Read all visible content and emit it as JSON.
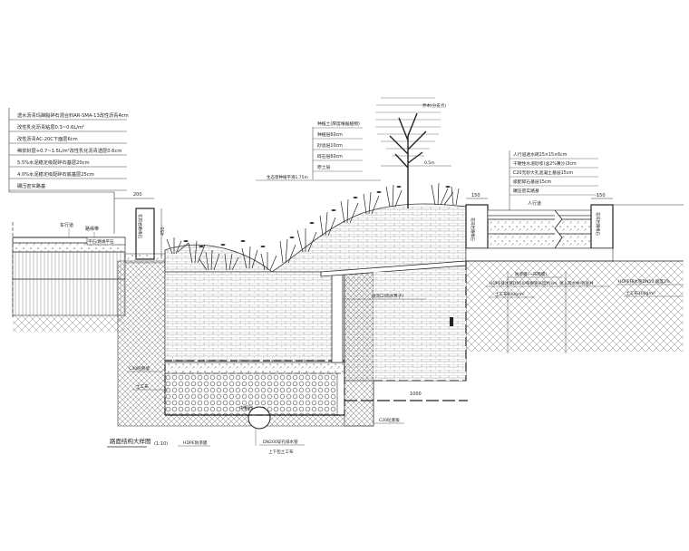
{
  "title": "路面结构大样图",
  "scale": "(1:10)",
  "left_layers": [
    "透水沥青玛蹄脂碎石混合料AR-SMA-13改性沥青4cm",
    "改性乳化沥青粘层0.3~0.6L/m²",
    "改性沥青AC-20C下面层6cm",
    "稀浆封层+0.7~1.5L/m²改性乳化沥青透层0.6cm",
    "5.5%水泥稳定级配碎石基层20cm",
    "4.0%水泥稳定级配碎石底基层25cm",
    "碾压密实路基"
  ],
  "mid_layers": [
    "种植土(厚度根据植物)",
    "种植层60cm",
    "砂滤层10cm",
    "碎石层60cm",
    "原土层"
  ],
  "right_layers": [
    "人行道透水砖25×15×6cm",
    "干硬性水泥砂浆(含2%黄沙)3cm",
    "C20无砂大孔混凝土基层15cm",
    "级配碎石基层15cm",
    "碾压密实路基"
  ],
  "labels": {
    "tree": "乔木(分支点)",
    "tree_dim": "0.5m",
    "bank_note": "生态草种植平滑1.75m",
    "left_road": "车行道",
    "left_curb": "路缘带",
    "left_curb2": "平石/路缘平石",
    "stone_left": "花岗岩路缘石",
    "dim_200": "200",
    "dim_450": "450",
    "dim_150a": "150",
    "dim_150b": "150",
    "dim_1000": "1000",
    "sidewalk": "人行道",
    "stone_right": "花岗岩路缘石",
    "stone_right2": "花岗岩路缘石",
    "pipe_note1": "防渗膜(一布两膜)",
    "pipe_note2": "HDPE排水管DN50/每根管长度约3m, 接入雨水井/检查井",
    "pipe_note3": "土工布300g/m²",
    "right_pipe": "HDPE排水管DN50,坡度3%",
    "right_fabric": "土工布300g/m²",
    "c30_left": "C30砼侧墙",
    "geo_left": "土工布",
    "c20_right": "C20砼底板",
    "hdpe_bottom": "HDPE防渗膜",
    "pipe_center": "DN200穿孔排水管",
    "pipe_center2": "上下包土工布",
    "overflow": "溢流口(雨水箅子)",
    "center_text": "中粗砂"
  }
}
